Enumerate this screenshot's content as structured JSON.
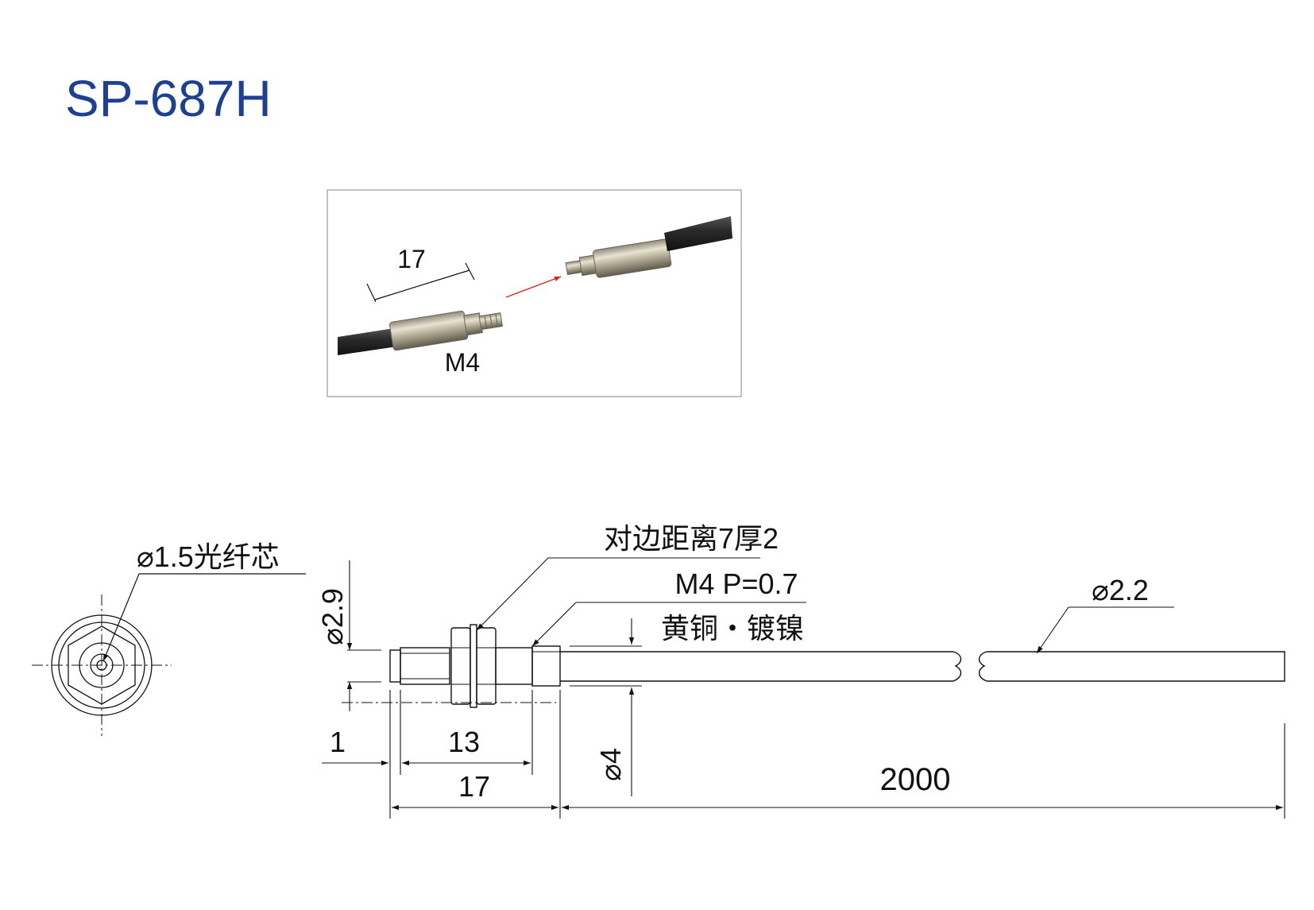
{
  "title": "SP-687H",
  "photo": {
    "length_label": "17",
    "thread_label": "M4"
  },
  "drawing": {
    "core_label": "⌀1.5光纤芯",
    "hole_diameter_label": "⌀2.9",
    "nut_label": "对边距离7厚2",
    "thread_label": "M4 P=0.7",
    "material_label": "黄铜・镀镍",
    "cable_diameter_label": "⌀2.2",
    "dim_tip": "1",
    "dim_thread_length": "13",
    "dim_head_length": "17",
    "dim_head_diameter": "⌀4",
    "dim_cable_length": "2000"
  },
  "colors": {
    "title": "#1d3f94",
    "line": "#111111",
    "arrow_red": "#e0201b"
  }
}
